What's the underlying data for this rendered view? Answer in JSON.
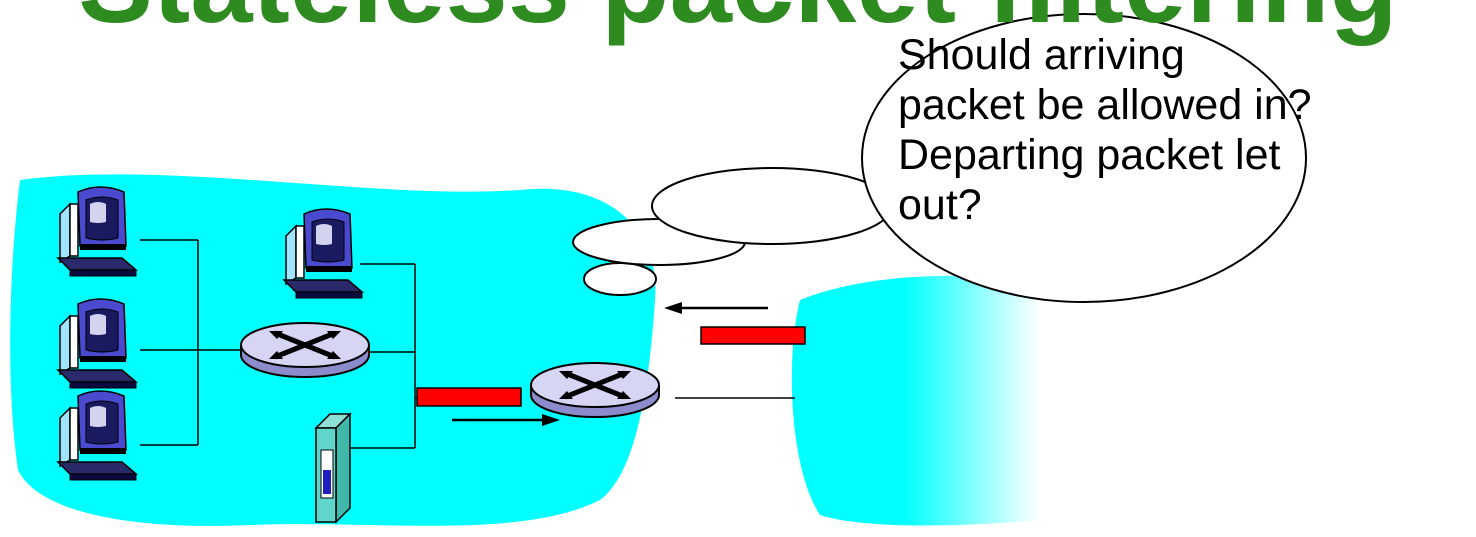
{
  "slide": {
    "title": "Stateless packet filtering"
  },
  "thought_bubble": {
    "lines": [
      "Should arriving",
      "packet be allowed in?",
      "Departing packet let",
      "out?"
    ]
  },
  "colors": {
    "network": "#00ffff",
    "packet": "#ff0000",
    "title": "#2e8b1f",
    "router": "#c8c8f0",
    "server": "#5fd6c9"
  },
  "icons": {
    "host": "desktop-computer-icon",
    "router": "router-icon",
    "server": "server-icon"
  }
}
